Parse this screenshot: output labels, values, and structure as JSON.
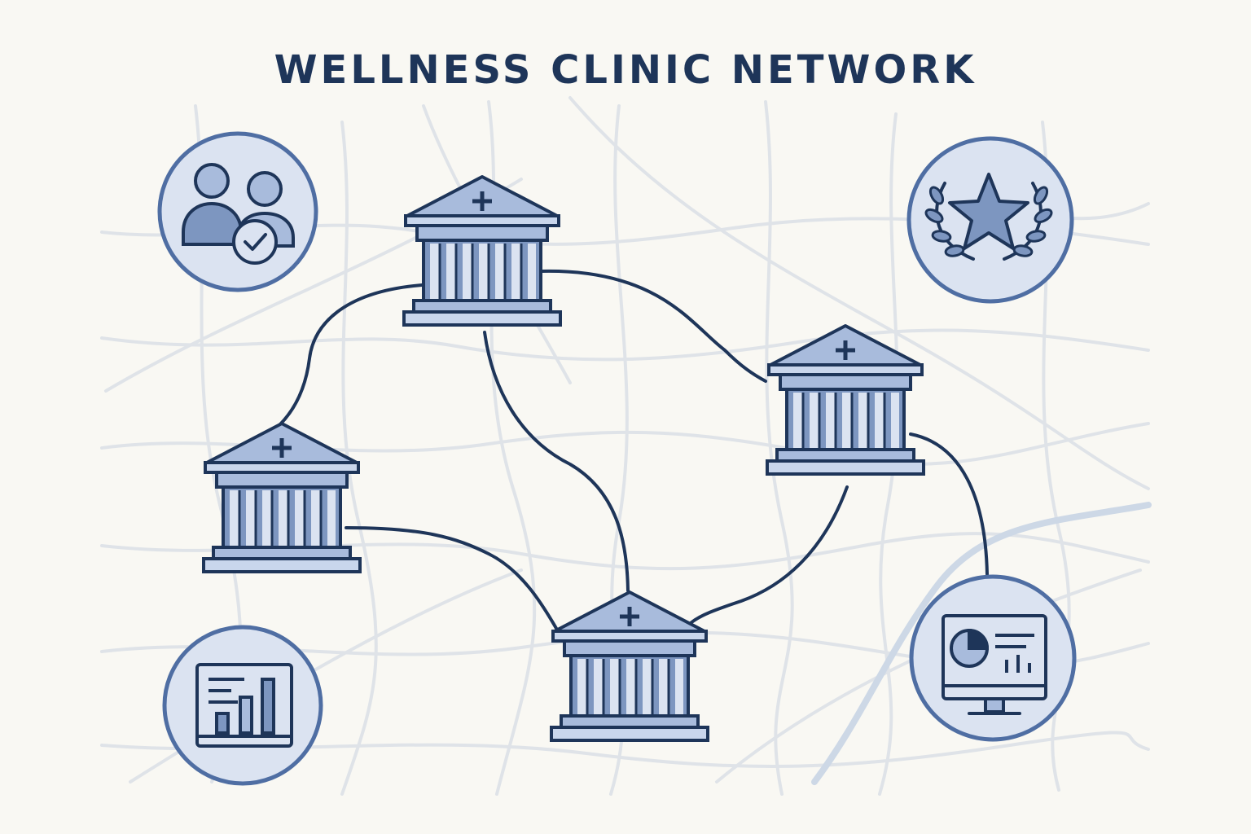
{
  "title": "WELLNESS CLINIC NETWORK",
  "colors": {
    "background": "#f9f8f3",
    "map_roads": "#dfe3e8",
    "map_river": "#cdd8e6",
    "stroke": "#1e3559",
    "fill_dark": "#7d96c0",
    "fill_mid": "#a8bbdc",
    "fill_light": "#c9d6ec",
    "circle_fill": "#dbe3f1",
    "circle_ring": "#4f6ea3"
  },
  "clinics": [
    {
      "id": "clinic-top",
      "icon": "clinic-building-icon"
    },
    {
      "id": "clinic-left",
      "icon": "clinic-building-icon"
    },
    {
      "id": "clinic-right",
      "icon": "clinic-building-icon"
    },
    {
      "id": "clinic-bottom",
      "icon": "clinic-building-icon"
    }
  ],
  "connections": [
    [
      "clinic-top",
      "clinic-left"
    ],
    [
      "clinic-top",
      "clinic-right"
    ],
    [
      "clinic-top",
      "clinic-bottom"
    ],
    [
      "clinic-left",
      "clinic-bottom"
    ],
    [
      "clinic-right",
      "clinic-bottom"
    ],
    [
      "clinic-right",
      "dashboard-monitor-icon"
    ]
  ],
  "badges": [
    {
      "id": "verified-patients",
      "icon": "verified-people-icon"
    },
    {
      "id": "award",
      "icon": "award-star-laurel-icon"
    },
    {
      "id": "bar-chart-report",
      "icon": "bar-chart-report-icon"
    },
    {
      "id": "analytics-dashboard",
      "icon": "dashboard-monitor-icon"
    }
  ]
}
